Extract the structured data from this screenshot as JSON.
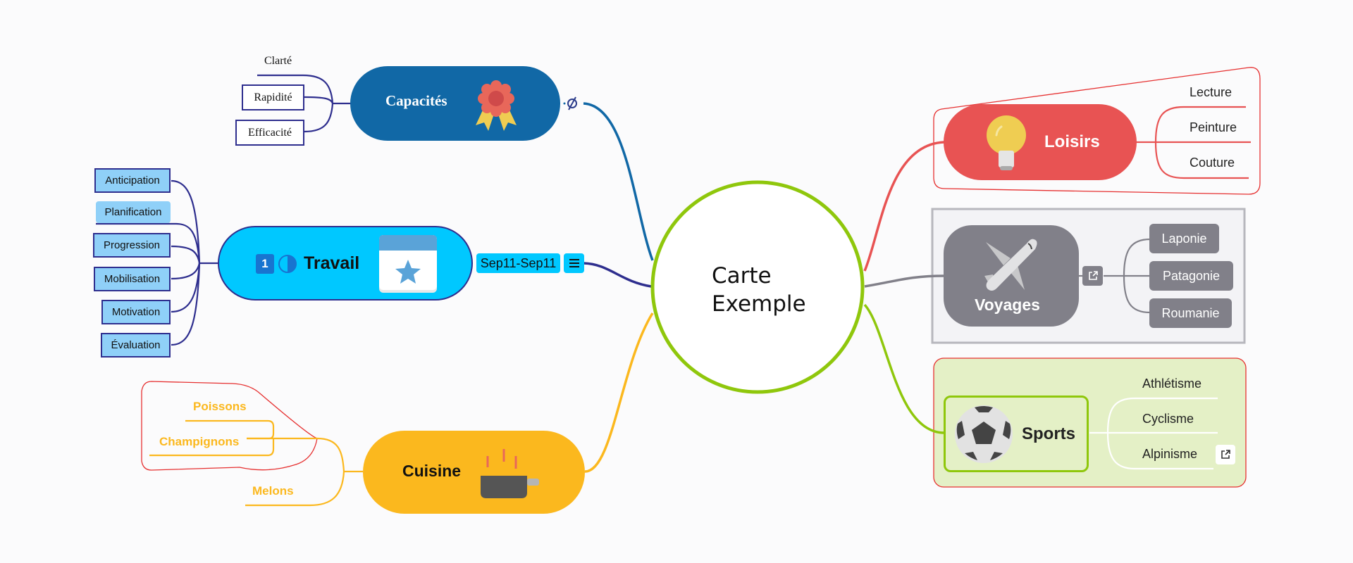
{
  "center": {
    "line1": "Carte",
    "line2": "Exemple",
    "border_color": "#8fc70c"
  },
  "capacites": {
    "label": "Capacités",
    "color": "#1168a6",
    "icon": "award-ribbon-icon",
    "marker": "unlink-icon",
    "children": [
      "Clarté",
      "Rapidité",
      "Efficacité"
    ]
  },
  "travail": {
    "label": "Travail",
    "color": "#00c8ff",
    "priority": "1",
    "progress_icon": "half-progress-icon",
    "icon": "calendar-star-icon",
    "date_range": "Sep11-Sep11",
    "notes_icon": "notes-icon",
    "children": [
      "Anticipation",
      "Planification",
      "Progression",
      "Mobilisation",
      "Motivation",
      "Évaluation"
    ]
  },
  "cuisine": {
    "label": "Cuisine",
    "color": "#fbb81e",
    "icon": "frying-pan-icon",
    "children": [
      "Poissons",
      "Champignons",
      "Melons"
    ]
  },
  "loisirs": {
    "label": "Loisirs",
    "color": "#e85353",
    "icon": "lightbulb-icon",
    "children": [
      "Lecture",
      "Peinture",
      "Couture"
    ]
  },
  "voyages": {
    "label": "Voyages",
    "color": "#818089",
    "icon": "airplane-icon",
    "link_icon": "external-link-icon",
    "children": [
      "Laponie",
      "Patagonie",
      "Roumanie"
    ]
  },
  "sports": {
    "label": "Sports",
    "color": "#8fc70c",
    "icon": "soccer-ball-icon",
    "children": [
      "Athlétisme",
      "Cyclisme",
      "Alpinisme"
    ],
    "child_link_icon": "external-link-icon"
  }
}
